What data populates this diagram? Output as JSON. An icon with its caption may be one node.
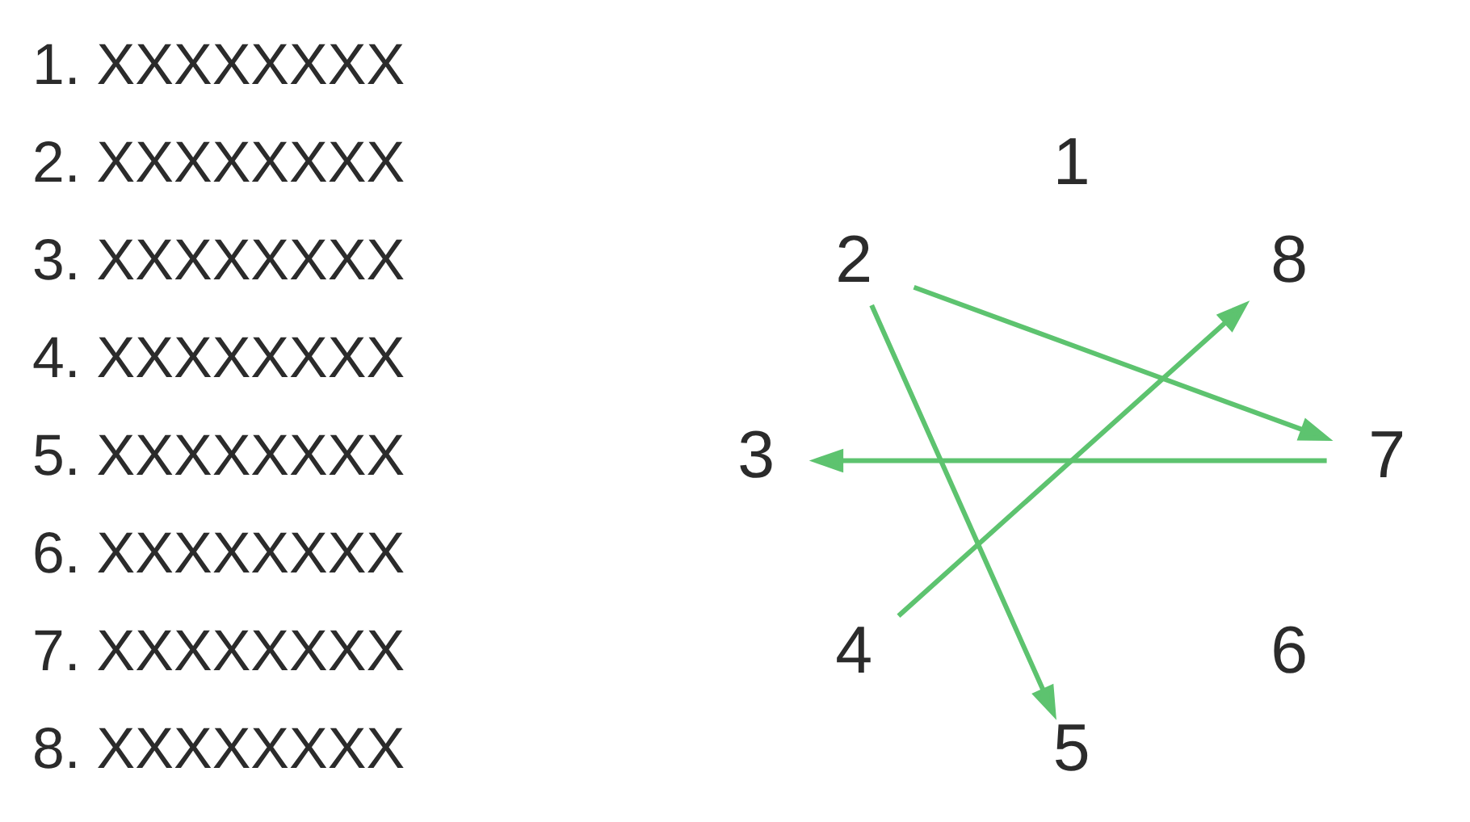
{
  "diagram": {
    "nodes": [
      {
        "text": [
          "1"
        ]
      },
      {
        "text": [
          "2"
        ]
      },
      {
        "text": [
          "3"
        ]
      },
      {
        "text": [
          "4"
        ]
      },
      {
        "text": [
          "5"
        ]
      },
      {
        "text": [
          "6"
        ]
      },
      {
        "text": [
          "7"
        ]
      },
      {
        "text": [
          "8"
        ]
      }
    ],
    "edges": [
      {
        "from": 1,
        "to": 6,
        "arrow": "to"
      },
      {
        "from": 1,
        "to": 4,
        "arrow": "to"
      },
      {
        "from": 6,
        "to": 2,
        "arrow": "to"
      },
      {
        "from": 3,
        "to": 7,
        "arrow": "to"
      }
    ],
    "labels": [
      "1. XXXXXXXX",
      "2. XXXXXXXX",
      "3. XXXXXXXX",
      "4. XXXXXXXX",
      "5. XXXXXXXX",
      "6. XXXXXXXX",
      "7. XXXXXXXX",
      "8. XXXXXXXX"
    ]
  }
}
